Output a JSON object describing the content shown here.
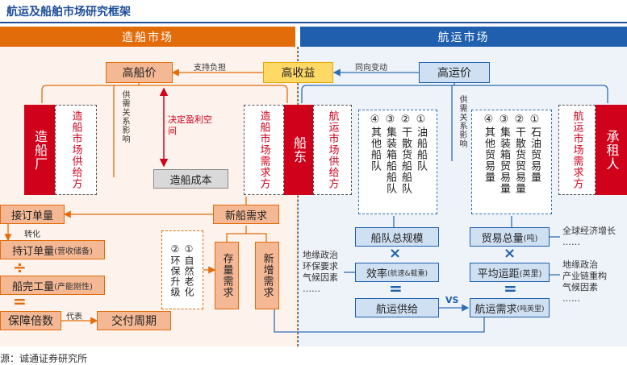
{
  "header": {
    "title": "航运及船舶市场研究框架"
  },
  "sections": {
    "left_label": "造船市场",
    "right_label": "航运市场"
  },
  "top_row": {
    "high_price": "高船价",
    "high_profit": "高收益",
    "high_freight": "高运价",
    "support_label": "支持负担",
    "same_direction_label": "同向变动"
  },
  "left": {
    "shipyard": "造船厂",
    "shipbuilding_supply": "造船市场供给方",
    "shipbuilding_demand": "造船市场需求方",
    "supply_demand_label_left": "供需关系影响",
    "decision_label": "决定盈利空间",
    "building_cost": "造船成本",
    "new_ship_demand": "新船需求",
    "stock_demand": "存量需求",
    "new_demand": "新增需求",
    "eco_upgrade": "②环保升级",
    "natural_aging": "①自然老化",
    "orders": "接订单量",
    "convert_label": "转化",
    "held_orders": "持订单量",
    "held_orders_note": "(营收储备)",
    "completion": "船完工量",
    "completion_note": "(产能刚性)",
    "divide_symbol": "÷",
    "equal_symbol": "=",
    "protection": "保障倍数",
    "represent_label": "代表",
    "delivery_cycle": "交付周期"
  },
  "right": {
    "shipowner": "船东",
    "shipping_supply": "航运市场供给方",
    "fleets": [
      "①油船船队",
      "②干散货船船队",
      "③集装箱船船队",
      "④其他船队"
    ],
    "supply_demand_label_right": "供需关系影响",
    "trades": [
      "①石油贸易量",
      "②干散货贸易量",
      "③集装箱贸易量",
      "④其他贸易量"
    ],
    "shipping_demand": "航运市场需求方",
    "charterer": "承租人",
    "fleet_size": "船队总规模",
    "times_symbol": "×",
    "efficiency": "效率",
    "efficiency_note": "(航速&载重)",
    "shipping_supply_box": "航运供给",
    "equal_symbol": "=",
    "vs_label": "VS",
    "trade_volume": "贸易总量",
    "trade_volume_note": "(吨)",
    "avg_distance": "平均运距",
    "avg_distance_note": "(英里)",
    "shipping_demand_box": "航运需求",
    "shipping_demand_note": "(吨英里)",
    "supply_factors": [
      "地缘政治",
      "环保要求",
      "气候因素",
      "……"
    ],
    "econ_growth": "全球经济增长",
    "econ_dots": "……",
    "demand_factors": [
      "地缘政治",
      "产业链重构",
      "气候因素",
      "……"
    ]
  },
  "footer": {
    "source": "源：诚通证券研究所"
  },
  "colors": {
    "left_bar": "#e36c0a",
    "left_panel_bg": "#fdf2ec",
    "right_bar": "#1f5fae",
    "right_panel_bg": "#eef3fa",
    "red": "#d0021b",
    "salmon_box": "#f5b895",
    "gray_box": "#d9d9d9",
    "yellow_box": "#ffd966",
    "blue_box": "#cfe0f3"
  }
}
